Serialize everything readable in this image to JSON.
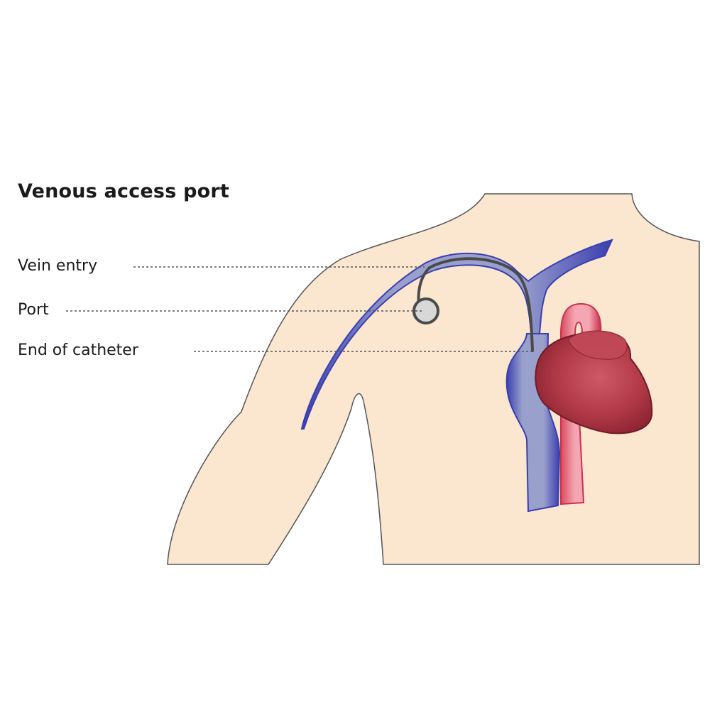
{
  "diagram": {
    "title": "Venous access port",
    "labels": {
      "vein_entry": "Vein entry",
      "port": "Port",
      "end_of_catheter": "End of catheter"
    }
  },
  "colors": {
    "skin": "#fbe6cf",
    "outline": "#555555",
    "vein": "#9aa0cc",
    "vein_edge": "#3a3fb0",
    "artery": "#f29aa8",
    "artery_edge": "#c8324a",
    "heart": "#b23a48",
    "catheter": "#4a4a4a",
    "port_fill": "#d8d8d8",
    "leader": "#555555"
  }
}
